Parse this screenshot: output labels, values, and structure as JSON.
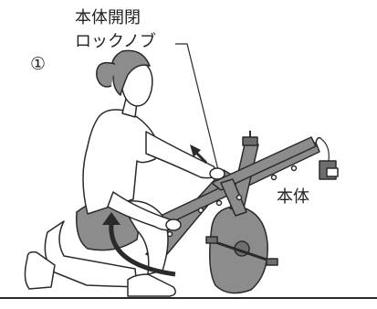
{
  "step_number": "①",
  "callout": {
    "line1": "本体開閉",
    "line2": "ロックノブ"
  },
  "body_label": "本体",
  "colors": {
    "line": "#2a2a2a",
    "shade": "#8c8c8c",
    "dark_shade": "#6e6e6e",
    "light": "#ffffff"
  }
}
